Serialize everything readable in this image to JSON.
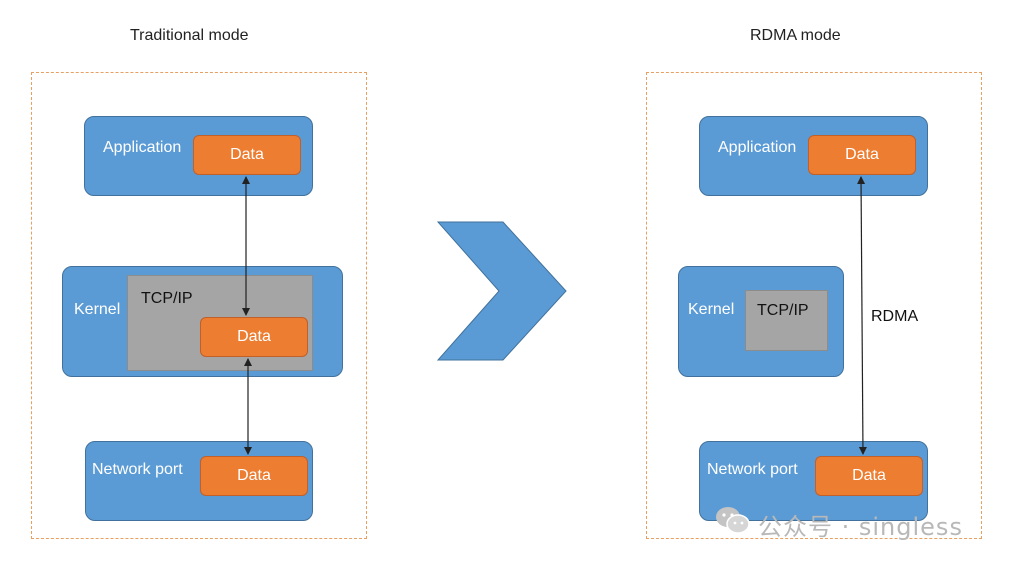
{
  "traditional": {
    "title": "Traditional mode",
    "application_label": "Application",
    "application_data": "Data",
    "kernel_label": "Kernel",
    "tcpip_label": "TCP/IP",
    "kernel_data": "Data",
    "network_port_label": "Network port",
    "network_data": "Data"
  },
  "rdma": {
    "title": "RDMA mode",
    "application_label": "Application",
    "application_data": "Data",
    "kernel_label": "Kernel",
    "tcpip_label": "TCP/IP",
    "rdma_label": "RDMA",
    "network_port_label": "Network port",
    "network_data": "Data"
  },
  "watermark": {
    "text": "公众号 · singless",
    "icon": "wechat-icon"
  },
  "colors": {
    "blue": "#5b9bd5",
    "orange": "#ed7d31",
    "gray": "#a5a5a5",
    "frame": "#e8a060"
  }
}
